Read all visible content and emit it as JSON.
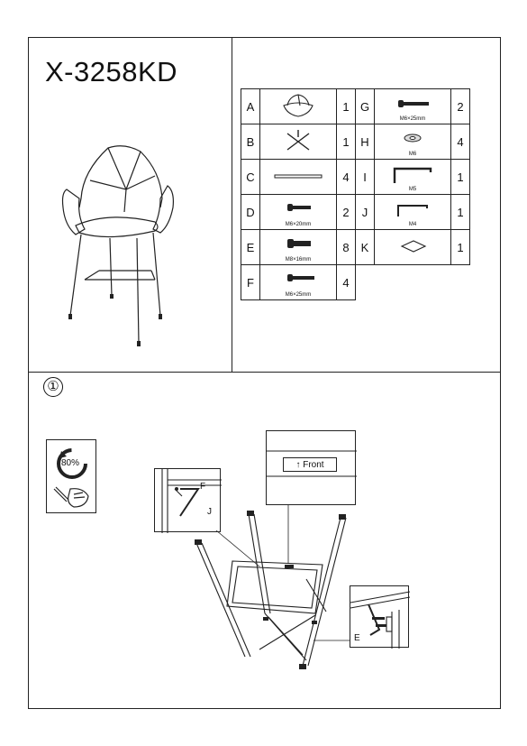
{
  "title": "X-3258KD",
  "step": "①",
  "parts": [
    {
      "letter": "A",
      "icon": "seat-icon",
      "caption": "",
      "qty": "1"
    },
    {
      "letter": "B",
      "icon": "cross-bracket-icon",
      "caption": "",
      "qty": "1"
    },
    {
      "letter": "C",
      "icon": "leg-tube-icon",
      "caption": "",
      "qty": "4"
    },
    {
      "letter": "D",
      "icon": "bolt-icon",
      "caption": "M6×20mm",
      "qty": "2"
    },
    {
      "letter": "E",
      "icon": "bolt-icon",
      "caption": "M8×16mm",
      "qty": "8"
    },
    {
      "letter": "F",
      "icon": "bolt-icon",
      "caption": "M6×25mm",
      "qty": "4"
    },
    {
      "letter": "G",
      "icon": "bolt-icon",
      "caption": "M6×25mm",
      "qty": "2"
    },
    {
      "letter": "H",
      "icon": "washer-icon",
      "caption": "M6",
      "qty": "4"
    },
    {
      "letter": "I",
      "icon": "allen-key-icon",
      "caption": "M5",
      "qty": "1"
    },
    {
      "letter": "J",
      "icon": "allen-key-icon",
      "caption": "M4",
      "qty": "1"
    },
    {
      "letter": "K",
      "icon": "foot-pad-icon",
      "caption": "",
      "qty": "1"
    }
  ],
  "glove": {
    "percent": "80%"
  },
  "callouts": {
    "front_label": "Front",
    "left_f": "F",
    "left_j": "J",
    "right_e": "E"
  }
}
